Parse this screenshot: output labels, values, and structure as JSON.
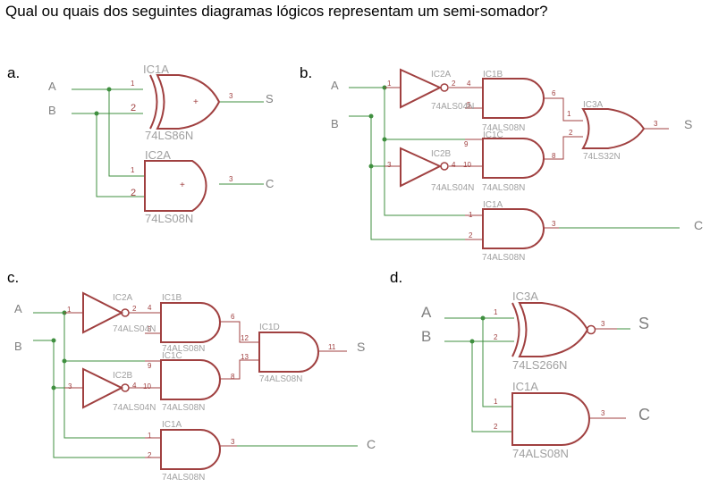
{
  "question": "Qual ou quais dos seguintes diagramas lógicos representam um semi-somador?",
  "options": {
    "a": "a.",
    "b": "b.",
    "c": "c.",
    "d": "d."
  },
  "signals": {
    "A": "A",
    "B": "B",
    "S": "S",
    "C": "C"
  },
  "diag_a": {
    "xor_name": "IC1A",
    "xor_part": "74LS86N",
    "and_name": "IC2A",
    "and_part": "74LS08N"
  },
  "diag_b": {
    "inv1_name": "IC2A",
    "inv1_part": "74ALS04N",
    "and1_name": "IC1B",
    "and1_part": "74ALS08N",
    "inv2_name": "IC2B",
    "inv2_part": "74ALS04N",
    "and2_name": "IC1C",
    "and2_part": "74ALS08N",
    "or_name": "IC3A",
    "or_part": "74LS32N",
    "and3_name": "IC1A",
    "and3_part": "74ALS08N"
  },
  "diag_c": {
    "inv1_name": "IC2A",
    "inv1_part": "74ALS04N",
    "and1_name": "IC1B",
    "and1_part": "74ALS08N",
    "inv2_name": "IC2B",
    "inv2_part": "74ALS04N",
    "and2_name": "IC1C",
    "and2_part": "74ALS08N",
    "and4_name": "IC1D",
    "and4_part": "74ALS08N",
    "and3_name": "IC1A",
    "and3_part": "74ALS08N"
  },
  "diag_d": {
    "xnor_name": "IC3A",
    "xnor_part": "74LS266N",
    "and_name": "IC1A",
    "and_part": "74ALS08N"
  }
}
